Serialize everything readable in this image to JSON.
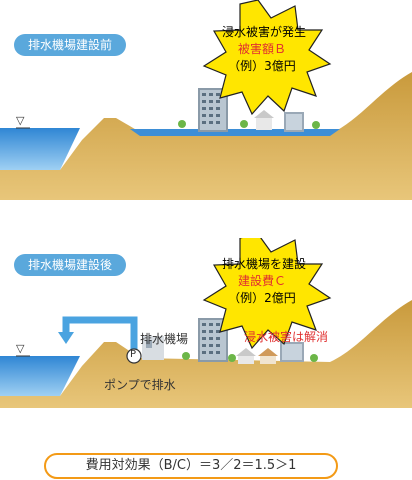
{
  "before": {
    "tag": "排水機場建設前",
    "burst": {
      "line1": "浸水被害が発生",
      "line2": "被害額Ｂ",
      "line3": "（例）3億円"
    }
  },
  "after": {
    "tag": "排水機場建設後",
    "burst": {
      "line1": "排水機場を建設",
      "line2": "建設費Ｃ",
      "line3": "（例）2億円"
    },
    "pump_station_label": "排水機場",
    "pump_label": "ポンプで排水",
    "pump_symbol": "P",
    "resolved_label": "浸水被害は解消"
  },
  "water_level_symbol": "▽",
  "formula": "費用対効果（B/C）＝3／2＝1.5＞1",
  "colors": {
    "tag_blue": "#5aa8dc",
    "burst_yellow": "#ffe600",
    "accent_red": "#e03030",
    "soil": "#cfa046",
    "water": "#3d8ed6",
    "formula_border": "#f39a16"
  }
}
